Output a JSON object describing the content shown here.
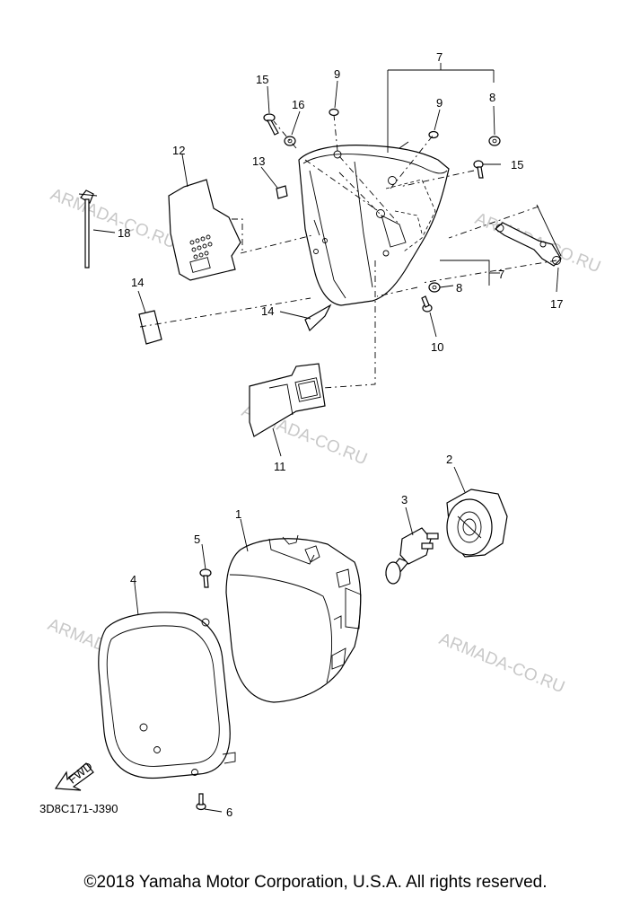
{
  "watermark": "ARMADA-CO.RU",
  "callouts": [
    "1",
    "2",
    "3",
    "4",
    "5",
    "6",
    "7",
    "8",
    "9",
    "10",
    "11",
    "12",
    "13",
    "14",
    "15",
    "16",
    "17",
    "18"
  ],
  "fwd_label": "FWD",
  "diagram_code": "3D8C171-J390",
  "copyright": "©2018 Yamaha Motor Corporation, U.S.A. All rights reserved."
}
